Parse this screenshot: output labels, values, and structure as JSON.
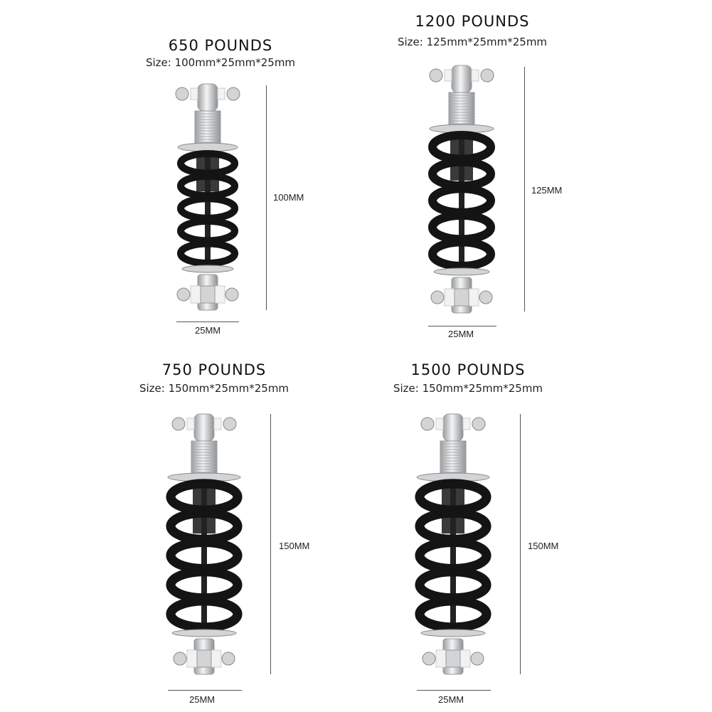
{
  "products": [
    {
      "title": "650 POUNDS",
      "size": "Size: 100mm*25mm*25mm",
      "height_label": "100MM",
      "width_label": "25MM"
    },
    {
      "title": "1200 POUNDS",
      "size": "Size: 125mm*25mm*25mm",
      "height_label": "125MM",
      "width_label": "25MM"
    },
    {
      "title": "750 POUNDS",
      "size": "Size: 150mm*25mm*25mm",
      "height_label": "150MM",
      "width_label": "25MM"
    },
    {
      "title": "1500 POUNDS",
      "size": "Size: 150mm*25mm*25mm",
      "height_label": "150MM",
      "width_label": "25MM"
    }
  ],
  "colors": {
    "spring": "#141414",
    "metal": "#d2d4d6",
    "insert": "#f2f2f2"
  }
}
